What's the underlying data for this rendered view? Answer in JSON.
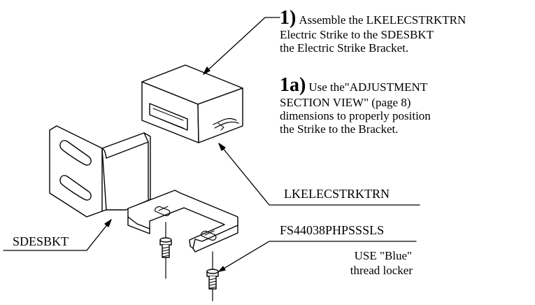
{
  "step1": {
    "number": "1)",
    "text": "Assemble the LKELECSTRKTRN",
    "line2": "Electric Strike to the SDESBKT",
    "line3": "the Electric Strike Bracket."
  },
  "step1a": {
    "number": "1a)",
    "text": "Use the\"ADJUSTMENT",
    "line2": "SECTION VIEW\" (page 8)",
    "line3": "dimensions to properly position",
    "line4": "the Strike to the Bracket."
  },
  "labels": {
    "strike": "LKELECSTRKTRN",
    "bracket": "SDESBKT",
    "screw": "FS44038PHPSSSLS",
    "note_line1": "USE \"Blue\"",
    "note_line2": "thread locker"
  }
}
